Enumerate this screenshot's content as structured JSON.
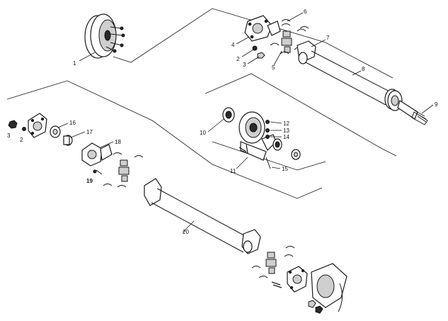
{
  "labels": {
    "p1": "1",
    "p2a": "2",
    "p3a": "3",
    "p4": "4",
    "p5": "5",
    "p6": "6",
    "p7": "7",
    "p8": "8",
    "p9": "9",
    "p10": "10",
    "p11": "11",
    "p12": "12",
    "p13": "13",
    "p14": "14",
    "p15": "15",
    "p3b": "3",
    "p2b": "2",
    "p16": "16",
    "p17": "17",
    "p18": "18",
    "p19": "19",
    "p20": "20"
  }
}
